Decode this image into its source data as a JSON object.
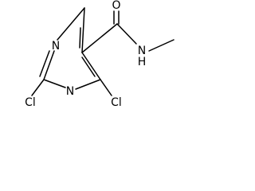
{
  "molecule": {
    "atoms": {
      "n1": "N",
      "n3": "N",
      "cl_left": "Cl",
      "cl_right": "Cl",
      "o": "O",
      "n_amide": "N",
      "h_amide": "H"
    }
  }
}
